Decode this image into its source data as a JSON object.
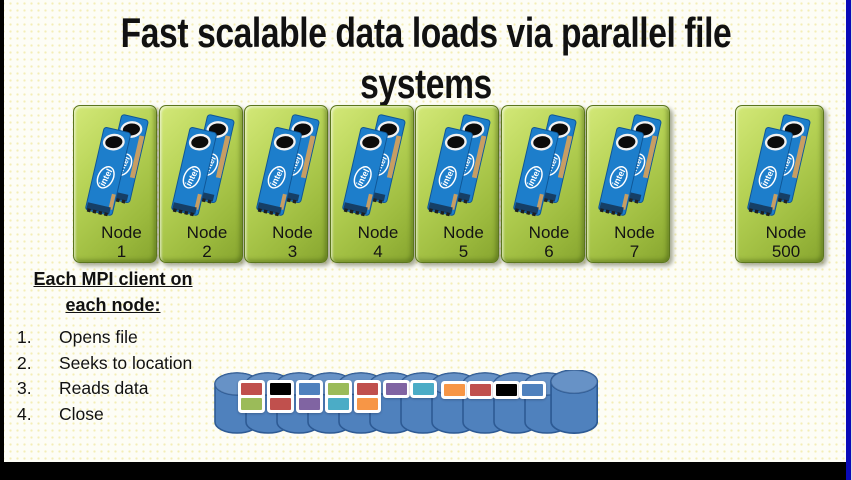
{
  "frame": {
    "left_bar_color": "#000000",
    "bottom_bar_color": "#000000",
    "right_stripe_color": "#0a0ab8"
  },
  "title": {
    "line1": "Fast scalable data loads via parallel file",
    "line2": "systems"
  },
  "nodes": [
    {
      "label": "Node",
      "number": "1"
    },
    {
      "label": "Node",
      "number": "2"
    },
    {
      "label": "Node",
      "number": "3"
    },
    {
      "label": "Node",
      "number": "4"
    },
    {
      "label": "Node",
      "number": "5"
    },
    {
      "label": "Node",
      "number": "6"
    },
    {
      "label": "Node",
      "number": "7"
    },
    {
      "label": "Node",
      "number": "500"
    }
  ],
  "node_box": {
    "fill_light": "#d3e878",
    "fill_dark": "#87a52f",
    "border": "#5b761d"
  },
  "intel_card": {
    "label": "intel",
    "body_color": "#1d7ecb",
    "edge_connector_color": "#c79e63"
  },
  "mpi_panel": {
    "heading_line1": "Each MPI client on",
    "heading_line2": "each node:",
    "steps": [
      {
        "num": "1.",
        "text": "Opens file"
      },
      {
        "num": "2.",
        "text": "Seeks to location"
      },
      {
        "num": "3.",
        "text": "Reads data"
      },
      {
        "num": "4.",
        "text": "Close"
      }
    ]
  },
  "storage": {
    "cylinder_fill": "#4f81bd",
    "cylinder_stroke": "#2d5a94",
    "tiles": [
      {
        "colors": [
          "#c0504d",
          "#9bbb59"
        ]
      },
      {
        "colors": [
          "#000000",
          "#c0504d"
        ]
      },
      {
        "colors": [
          "#4f81bd",
          "#8064a2"
        ]
      },
      {
        "colors": [
          "#9bbb59",
          "#4bacc6"
        ]
      },
      {
        "colors": [
          "#c0504d",
          "#f79646"
        ]
      },
      {
        "colors": [
          "#8064a2"
        ]
      },
      {
        "colors": [
          "#4bacc6"
        ]
      },
      {
        "colors": [
          "#f79646"
        ]
      },
      {
        "colors": [
          "#c0504d"
        ]
      },
      {
        "colors": [
          "#000000"
        ]
      },
      {
        "colors": [
          "#4f81bd"
        ]
      }
    ]
  }
}
